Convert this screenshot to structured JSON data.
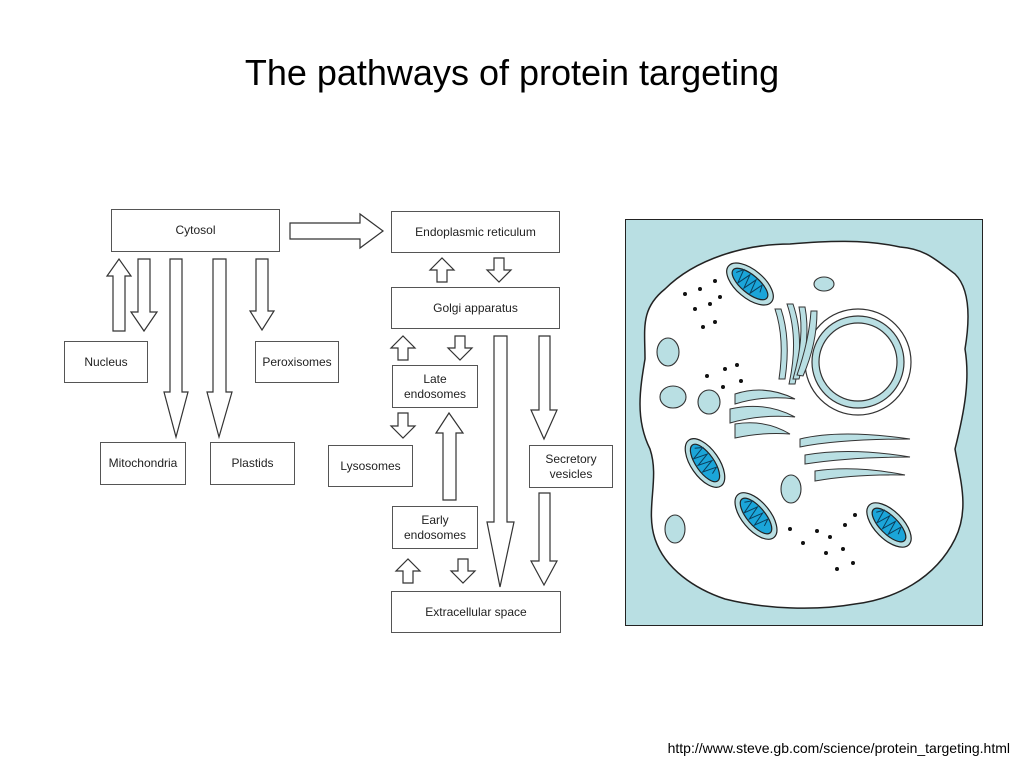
{
  "title": "The pathways of protein targeting",
  "nodes": {
    "cytosol": "Cytosol",
    "er": "Endoplasmic reticulum",
    "golgi": "Golgi apparatus",
    "nucleus": "Nucleus",
    "peroxisomes": "Peroxisomes",
    "late_endosomes": "Late\nendosomes",
    "mitochondria": "Mitochondria",
    "plastids": "Plastids",
    "lysosomes": "Lysosomes",
    "secretory_vesicles": "Secretory\nvesicles",
    "early_endosomes": "Early\nendosomes",
    "extracellular": "Extracellular space"
  },
  "source_url": "http://www.steve.gb.com/science/protein_targeting.html",
  "colors": {
    "cell_background": "#b9dfe3",
    "mitochondria_inner": "#1ba5d9",
    "organelle_fill": "#b9dfe3",
    "outline": "#333333"
  }
}
